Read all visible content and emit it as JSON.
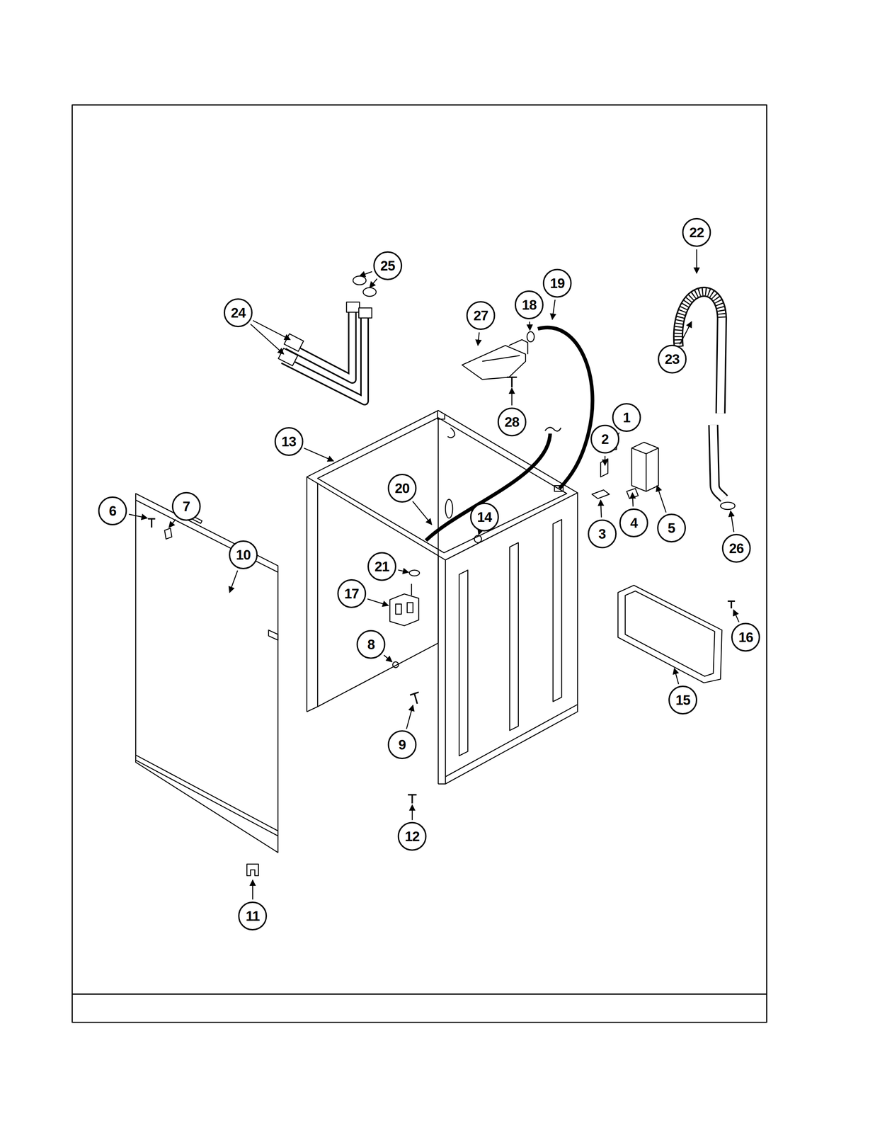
{
  "diagram": {
    "labels": [
      "22",
      "25",
      "24",
      "19",
      "18",
      "27",
      "23",
      "28",
      "13",
      "1",
      "2",
      "20",
      "14",
      "6",
      "7",
      "3",
      "4",
      "5",
      "10",
      "26",
      "21",
      "17",
      "16",
      "8",
      "15",
      "9",
      "12",
      "11"
    ]
  }
}
